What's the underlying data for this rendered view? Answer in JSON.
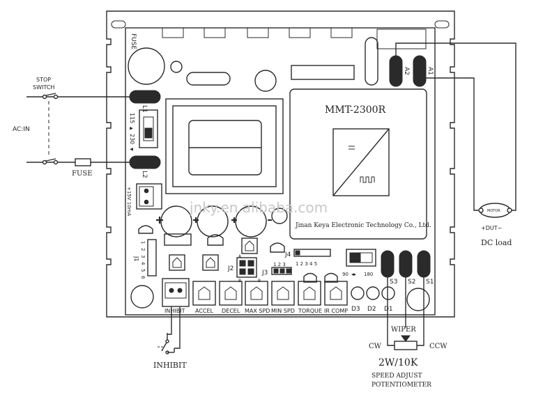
{
  "board": {
    "model": "MMT-2300R",
    "manufacturer": "Jinan Keya Electronic Technology Co., Ltd.",
    "watermark": "jnky.en.alibaba.com"
  },
  "left_side": {
    "stop_switch_line1": "STOP",
    "stop_switch_line2": "SWITCH",
    "ac_in": "AC:IN",
    "fuse_external": "FUSE",
    "fuse_board": "FUSE",
    "l1": "L1",
    "l2": "L2",
    "volt_switch_low": "115",
    "volt_switch_high": "230",
    "volt_switch_low_mark": "▲",
    "volt_switch_high_mark": "▼",
    "dc_rating": "+15V  10mA",
    "j1": "J1",
    "j1_pins": [
      "1",
      "2",
      "3",
      "4",
      "5",
      "6"
    ]
  },
  "right_side": {
    "a1": "A1",
    "a2": "A2",
    "dc_load": "DC load",
    "motor_label": "MOTOR",
    "motor_terminals": "+DUT−"
  },
  "jumpers": {
    "j2": "J2",
    "j3": "J3",
    "j3_pins": "1 2 3",
    "j4": "J4",
    "j4_pins": "1  2  3  4  5",
    "a_mark": "A",
    "b_mark": "B",
    "speed_90": "90",
    "speed_180": "180"
  },
  "bottom_terminals": {
    "inhibit": "INHIBIT",
    "accel": "ACCEL",
    "decel": "DECEL",
    "max_spd": "MAX SPD",
    "min_spd": "MIN SPD",
    "torque": "TORQUE",
    "ir_comp": "IR COMP",
    "d1": "D1",
    "d2": "D2",
    "d3": "D3",
    "s1": "S1",
    "s2": "S2",
    "s3": "S3"
  },
  "external": {
    "inhibit": "INHIBIT",
    "wiper": "WIPER",
    "cw": "CW",
    "ccw": "CCW",
    "pot_rating": "2W/10K",
    "pot_label_line1": "SPEED ADJUST",
    "pot_label_line2": "POTENTIOMETER"
  }
}
